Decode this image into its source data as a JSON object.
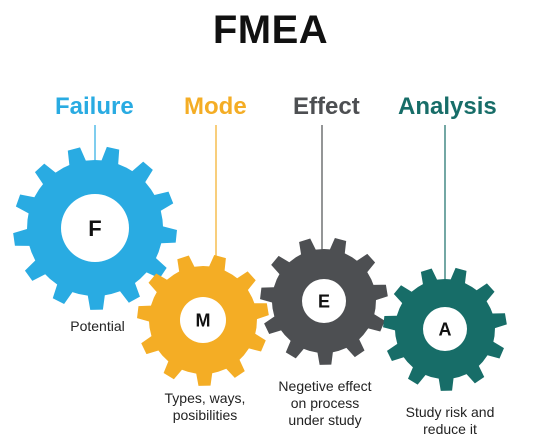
{
  "title": "FMEA",
  "colors": {
    "failure": "#29abe2",
    "mode": "#f4ad25",
    "effect": "#4d4f52",
    "analysis": "#176d68"
  },
  "stages": [
    {
      "word": "Failure",
      "letter": "F",
      "description": "Potential",
      "color": "#29abe2"
    },
    {
      "word": "Mode",
      "letter": "M",
      "description": "Types, ways,\nposibilities",
      "color": "#f4ad25"
    },
    {
      "word": "Effect",
      "letter": "E",
      "description": "Negetive effect\non process\nunder study",
      "color": "#4d4f52"
    },
    {
      "word": "Analysis",
      "letter": "A",
      "description": "Study risk and\nreduce it",
      "color": "#176d68"
    }
  ]
}
